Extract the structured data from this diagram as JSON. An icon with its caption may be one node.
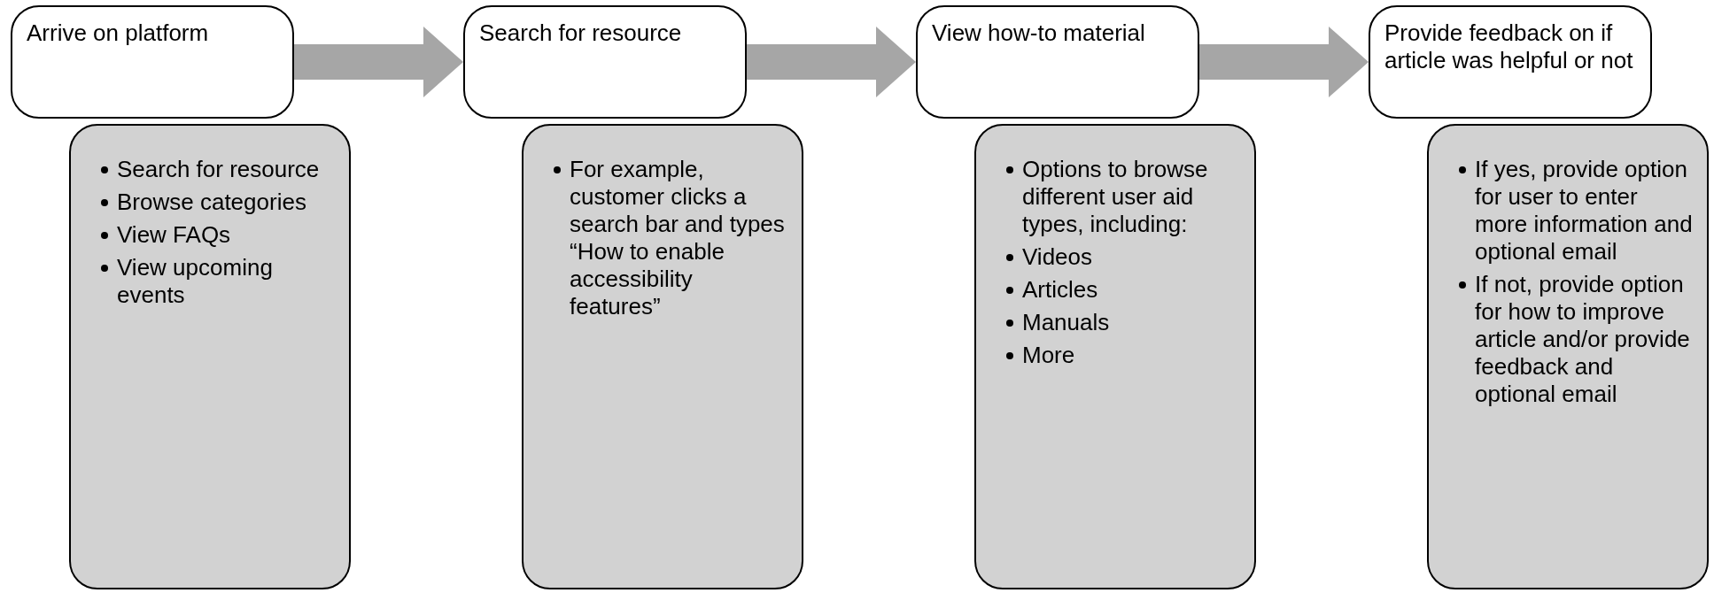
{
  "diagram": {
    "nodes": [
      {
        "text": [
          "Arrive on platform"
        ]
      },
      {
        "text": [
          "Search for resource",
          "Browse categories",
          "View FAQs",
          "View upcoming events"
        ]
      },
      {
        "text": [
          "Search for resource"
        ]
      },
      {
        "text": [
          "For example, customer clicks a search bar and types “How to enable accessibility features”"
        ]
      },
      {
        "text": [
          "View how-to material"
        ]
      },
      {
        "text": [
          "Options to browse different user aid types, including:",
          "Videos",
          "Articles",
          "Manuals",
          "More"
        ]
      },
      {
        "text": [
          "Provide feedback on if article was helpful or not"
        ]
      },
      {
        "text": [
          "If yes, provide option for user to enter more information and optional email",
          "If not, provide option for how to improve article and/or provide feedback and optional email"
        ]
      }
    ],
    "edges": [
      {
        "from": 0,
        "to": 2,
        "arrow": "to"
      },
      {
        "from": 2,
        "to": 4,
        "arrow": "to"
      },
      {
        "from": 4,
        "to": 6,
        "arrow": "to"
      }
    ]
  }
}
